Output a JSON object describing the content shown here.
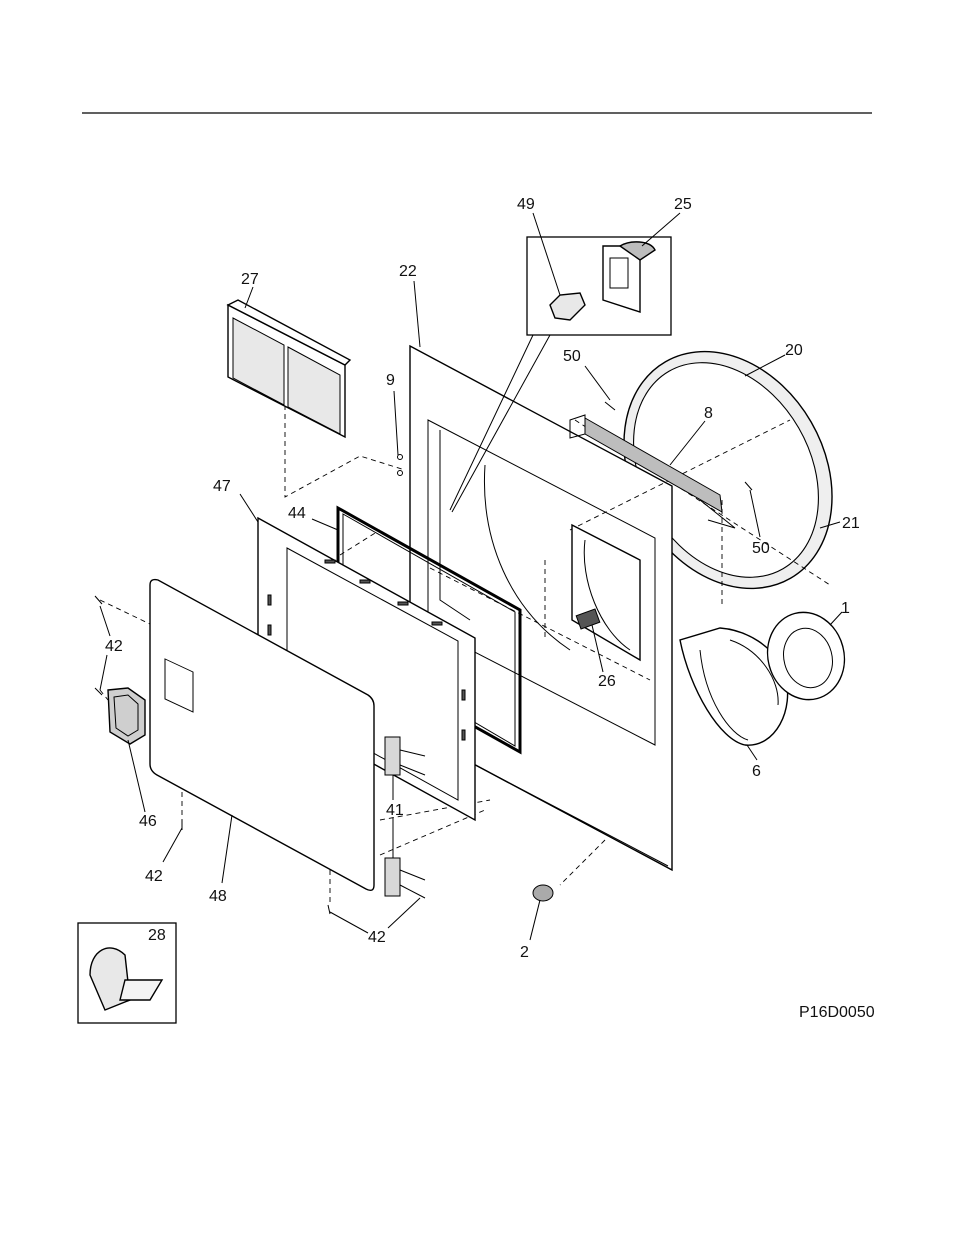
{
  "diagram": {
    "drawing_code": "P16D0050",
    "callouts": [
      {
        "key": "c49",
        "text": "49"
      },
      {
        "key": "c25",
        "text": "25"
      },
      {
        "key": "c27",
        "text": "27"
      },
      {
        "key": "c22",
        "text": "22"
      },
      {
        "key": "c20",
        "text": "20"
      },
      {
        "key": "c50a",
        "text": "50"
      },
      {
        "key": "c9",
        "text": "9"
      },
      {
        "key": "c8",
        "text": "8"
      },
      {
        "key": "c47",
        "text": "47"
      },
      {
        "key": "c44",
        "text": "44"
      },
      {
        "key": "c21",
        "text": "21"
      },
      {
        "key": "c50b",
        "text": "50"
      },
      {
        "key": "c1",
        "text": "1"
      },
      {
        "key": "c42a",
        "text": "42"
      },
      {
        "key": "c26",
        "text": "26"
      },
      {
        "key": "c6",
        "text": "6"
      },
      {
        "key": "c41",
        "text": "41"
      },
      {
        "key": "c46",
        "text": "46"
      },
      {
        "key": "c42b",
        "text": "42"
      },
      {
        "key": "c48",
        "text": "48"
      },
      {
        "key": "c28",
        "text": "28"
      },
      {
        "key": "c42c",
        "text": "42"
      },
      {
        "key": "c2",
        "text": "2"
      }
    ]
  }
}
